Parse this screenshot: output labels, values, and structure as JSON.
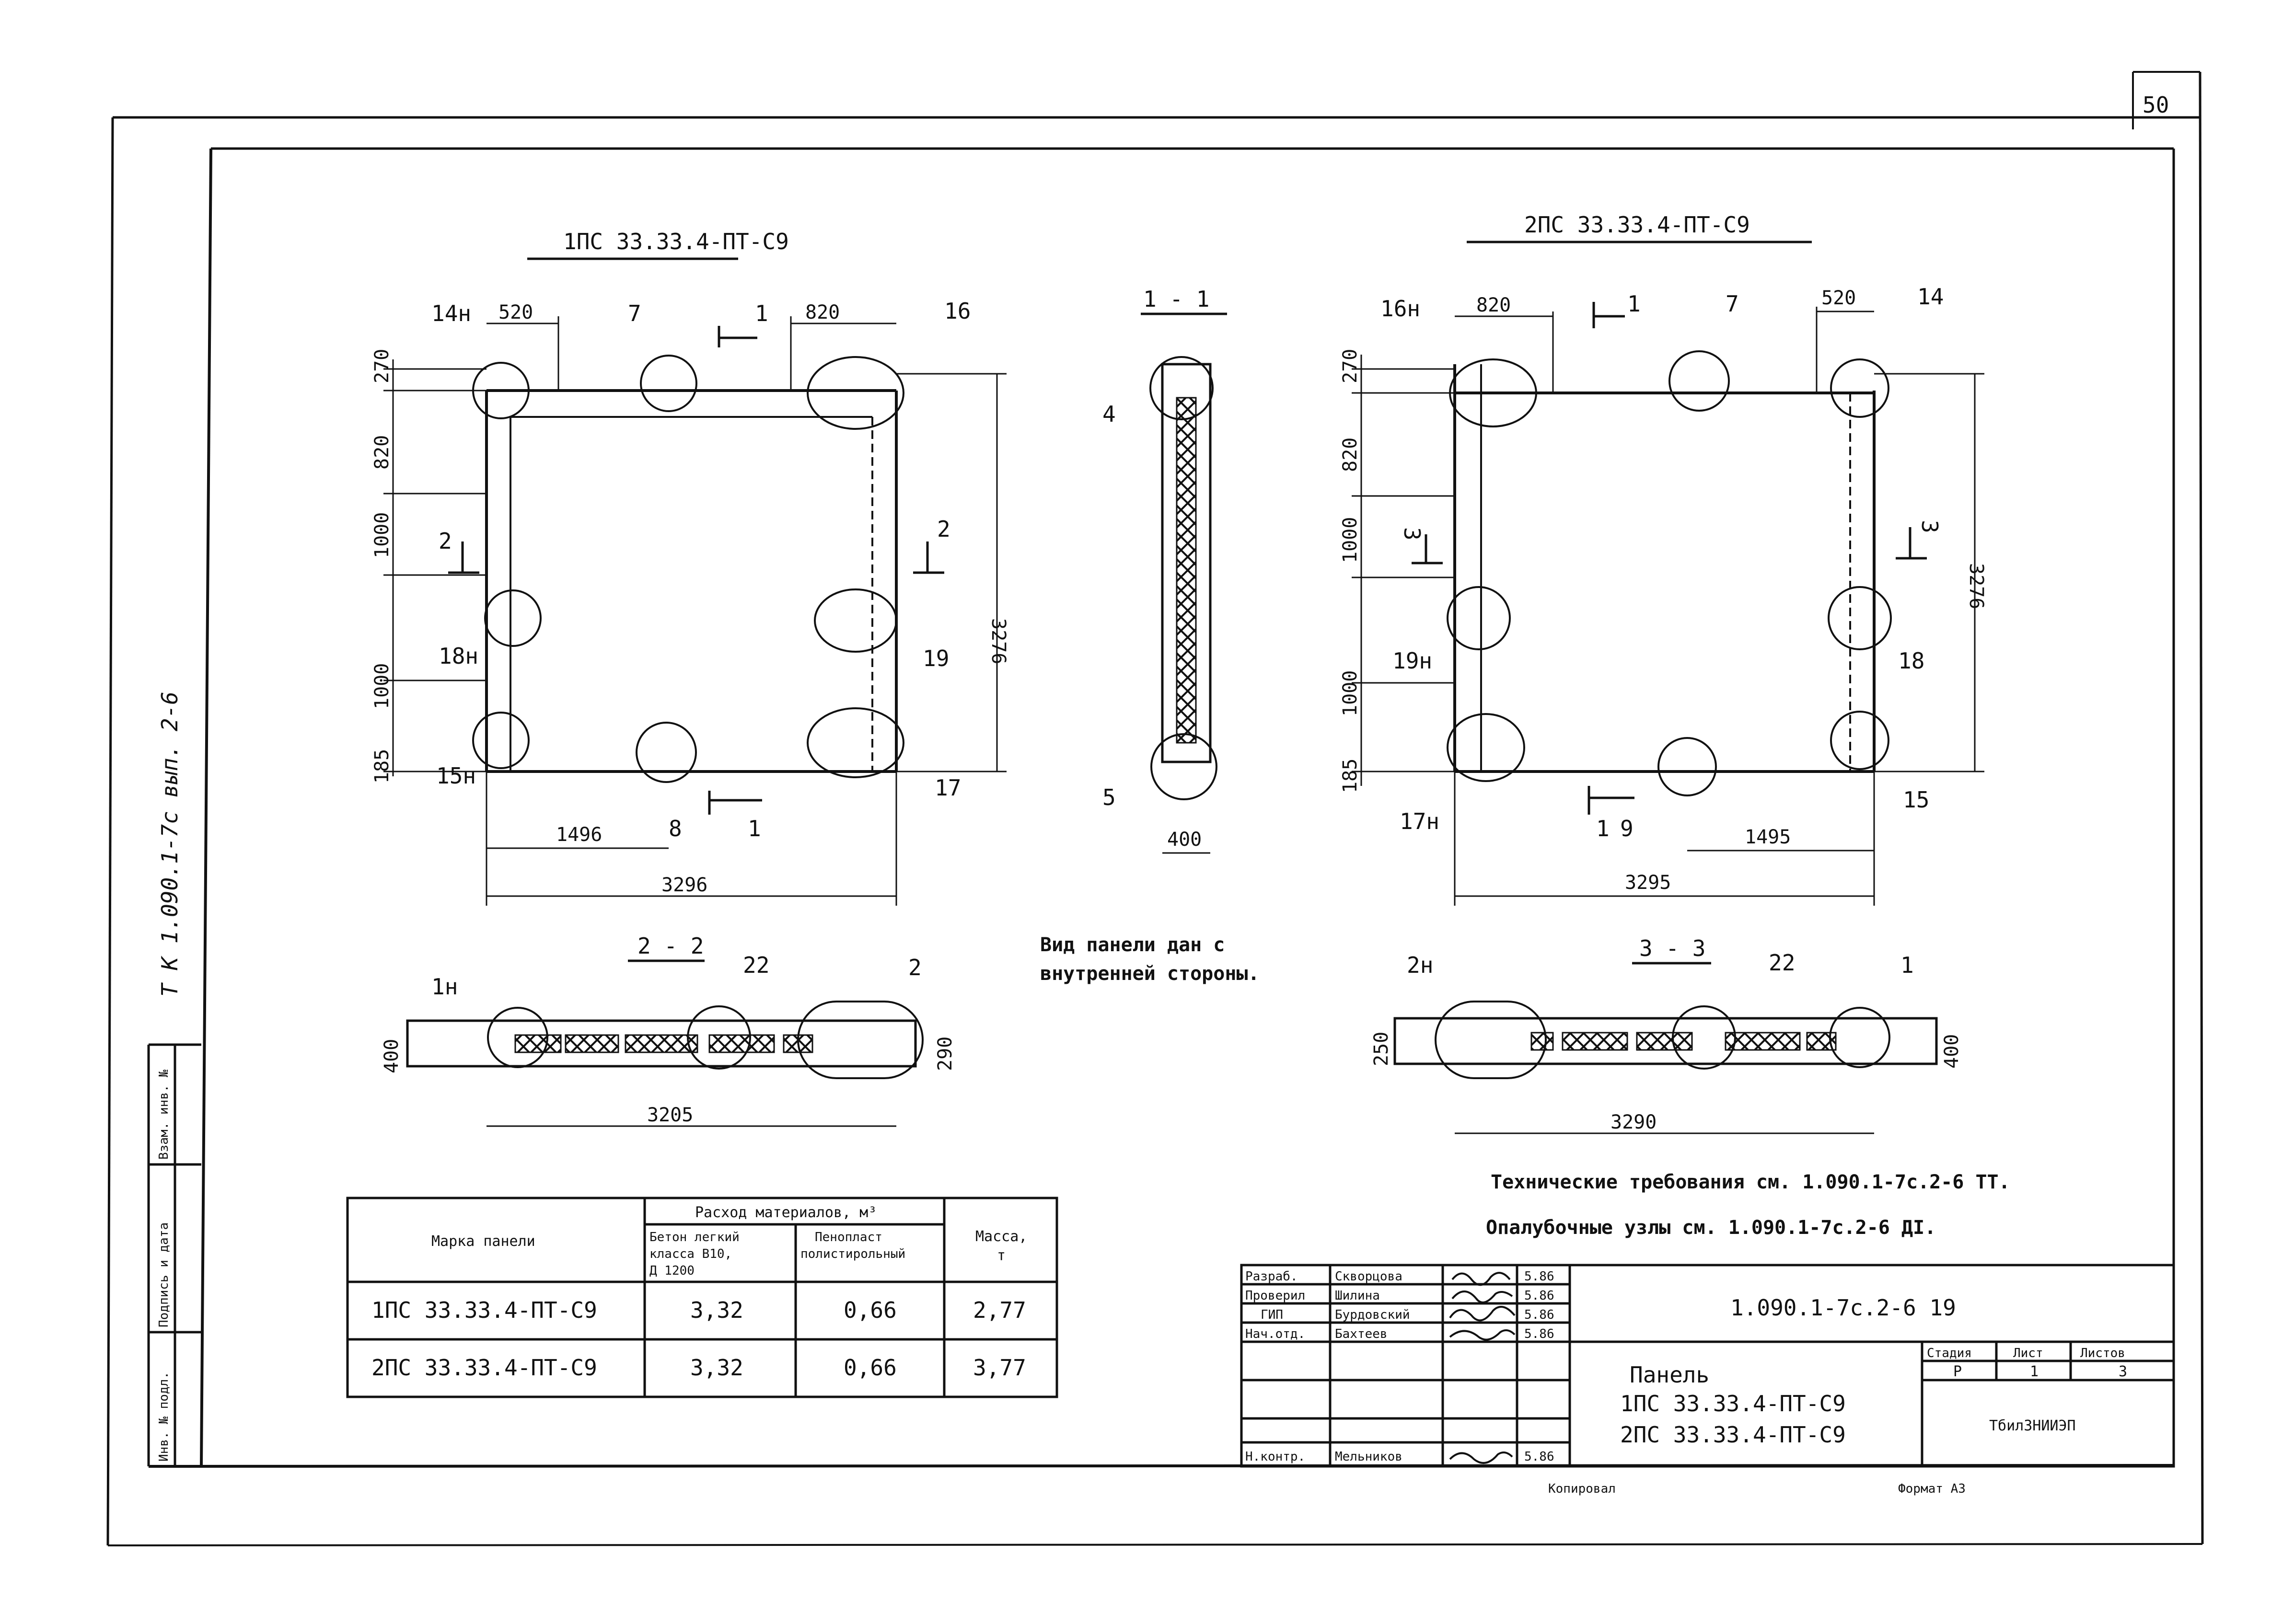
{
  "sheet": {
    "page_number": "50",
    "side_stamp": "Т К 1.090.1-7с вып. 2-6",
    "side_labels": [
      "Инв. № подл.",
      "Подпись и дата",
      "Взам. инв. №"
    ]
  },
  "view_left": {
    "title": "1ПС 33.33.4-ПТ-С9",
    "top_dims": [
      "520",
      "820"
    ],
    "left_dims": [
      "270",
      "820",
      "1000",
      "1000",
      "185"
    ],
    "right_dim": "3276",
    "bottom_dims": [
      "1496",
      "3296"
    ],
    "node_labels": [
      "14н",
      "7",
      "16",
      "18н",
      "19",
      "15н",
      "8",
      "17"
    ],
    "section_marks": [
      "1",
      "2",
      "2",
      "1"
    ]
  },
  "section_1_1": {
    "title": "1 - 1",
    "labels": [
      "4",
      "5"
    ],
    "dim": "400"
  },
  "view_right": {
    "title": "2ПС 33.33.4-ПТ-С9",
    "top_dims": [
      "820",
      "520"
    ],
    "left_dims": [
      "270",
      "820",
      "1000",
      "1000",
      "185"
    ],
    "right_dim": "3276",
    "bottom_dims": [
      "1495",
      "3295"
    ],
    "node_labels": [
      "16н",
      "7",
      "14",
      "19н",
      "18",
      "17н",
      "9",
      "15"
    ],
    "section_marks": [
      "1",
      "3",
      "3",
      "1"
    ]
  },
  "section_2_2": {
    "title": "2 - 2",
    "labels": [
      "1н",
      "22",
      "2"
    ],
    "dims": [
      "400",
      "290",
      "3205"
    ]
  },
  "section_3_3": {
    "title": "3 - 3",
    "labels": [
      "2н",
      "22",
      "1"
    ],
    "dims": [
      "250",
      "400",
      "3290"
    ]
  },
  "view_note": [
    "Вид панели дан с",
    "внутренней стороны."
  ],
  "notes": [
    "Технические требования см. 1.090.1-7с.2-6 ТТ.",
    "Опалубочные узлы см. 1.090.1-7с.2-6 ДI."
  ],
  "materials_table": {
    "headers": {
      "mark": "Марка панели",
      "consumption": "Расход материалов, м³",
      "concrete": [
        "Бетон легкий",
        "класса В10,",
        "Д 1200"
      ],
      "insulation": [
        "Пенопласт",
        "полистирольный"
      ],
      "mass": [
        "Масса,",
        "т"
      ]
    },
    "rows": [
      {
        "mark": "1ПС 33.33.4-ПТ-С9",
        "concrete": "3,32",
        "insulation": "0,66",
        "mass": "2,77"
      },
      {
        "mark": "2ПС 33.33.4-ПТ-С9",
        "concrete": "3,32",
        "insulation": "0,66",
        "mass": "3,77"
      }
    ]
  },
  "title_block": {
    "roles": [
      "Разраб.",
      "Проверил",
      "ГИП",
      "Нач.отд.",
      "",
      "",
      "Н.контр."
    ],
    "names": [
      "Скворцова",
      "Шилина",
      "Бурдовский",
      "Бахтеев",
      "",
      "",
      "Мельников"
    ],
    "dates": [
      "5.86",
      "5.86",
      "5.86",
      "5.86",
      "",
      "",
      "5.86"
    ],
    "doc_code": "1.090.1-7с.2-6 19",
    "panel_name": [
      "Панель",
      "1ПС 33.33.4-ПТ-С9",
      "2ПС 33.33.4-ПТ-С9"
    ],
    "stage_header": "Стадия",
    "sheet_header": "Лист",
    "sheets_header": "Листов",
    "stage": "Р",
    "sheet": "1",
    "sheets": "3",
    "org": "ТбилЗНИИЭП",
    "copied": "Копировал",
    "format": "Формат А3"
  }
}
